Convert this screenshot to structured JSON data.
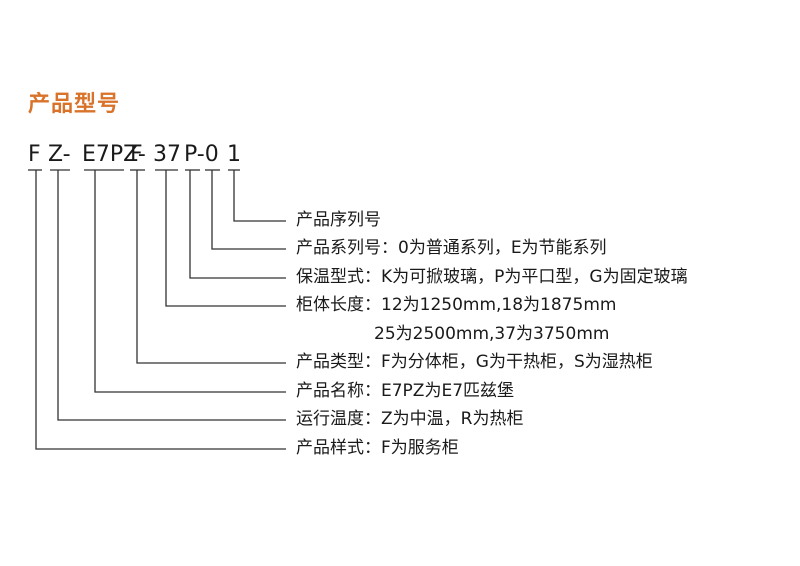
{
  "title": "产品型号",
  "model_code": [
    "F",
    "Z-",
    "E7PZ-",
    "F",
    "37",
    "P-0",
    "1"
  ],
  "descriptions": [
    "产品序列号",
    "产品系列号：0为普通系列，E为节能系列",
    "保温型式：K为可掀玻璃，P为平口型，G为固定玻璃",
    "柜体长度：12为1250mm,18为1875mm",
    "25为2500mm,37为3750mm",
    "产品类型：F为分体柜，G为干热柜，S为湿热柜",
    "产品名称：E7PZ为E7匹兹堡",
    "运行温度：Z为中温，R为热柜",
    "产品样式：F为服务柜"
  ]
}
